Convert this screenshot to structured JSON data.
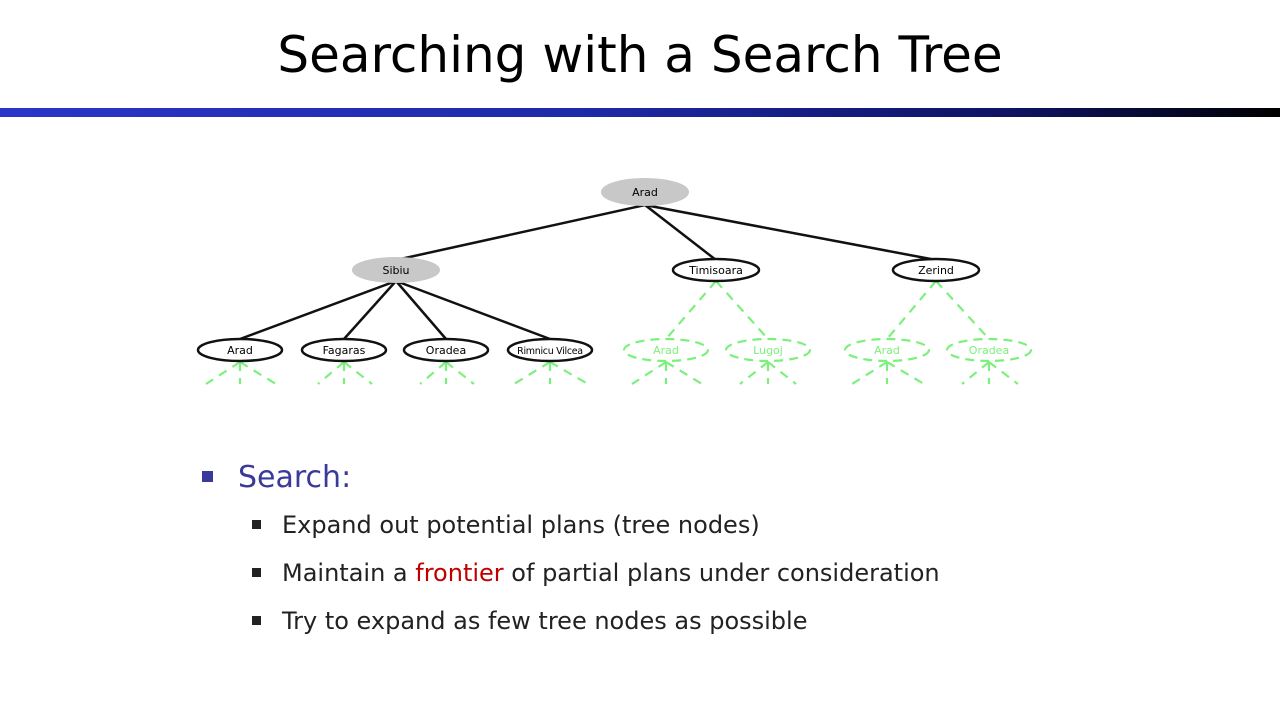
{
  "title": "Searching with a Search Tree",
  "tree": {
    "root": "Arad",
    "level1": [
      "Sibiu",
      "Timisoara",
      "Zerind"
    ],
    "sibiu_children": [
      "Arad",
      "Fagaras",
      "Oradea",
      "Rimnicu Vilcea"
    ],
    "timisoara_children": [
      "Arad",
      "Lugoj"
    ],
    "zerind_children": [
      "Arad",
      "Oradea"
    ]
  },
  "colors": {
    "title_bar_start": "#2a36c8",
    "expanded_node": "#c8c8c8",
    "frontier_dashed": "#7cf07c",
    "bullet_heading": "#3a3a9a",
    "highlight": "#c00000"
  },
  "bullets": {
    "heading": "Search:",
    "items": [
      {
        "before": "Expand out potential plans (tree nodes)",
        "highlight": "",
        "after": ""
      },
      {
        "before": "Maintain a ",
        "highlight": "frontier",
        "after": " of partial plans under consideration"
      },
      {
        "before": "Try to expand as few tree nodes as possible",
        "highlight": "",
        "after": ""
      }
    ]
  }
}
